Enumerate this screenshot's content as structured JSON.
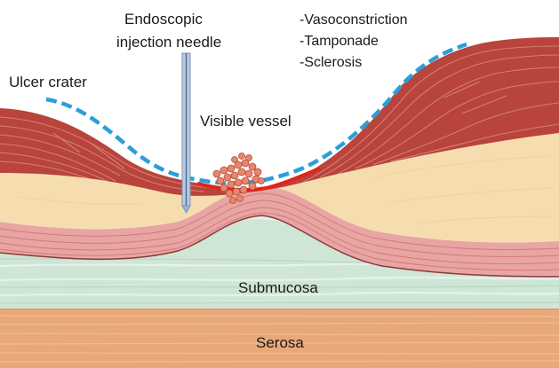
{
  "labels": {
    "needle_line1": "Endoscopic",
    "needle_line2": "injection needle",
    "ulcer_crater": "Ulcer crater",
    "visible_vessel": "Visible vessel",
    "submucosa": "Submucosa",
    "serosa": "Serosa"
  },
  "mechanisms": [
    "-Vasoconstriction",
    "-Tamponade",
    "-Sclerosis"
  ],
  "colors": {
    "muscle": "#b8443b",
    "muscle_fiber": "#d98a80",
    "fat": "#f6ddb0",
    "mucosa_band": "#e8a5a3",
    "submucosa": "#cfe6d6",
    "submucosa_stripe": "#e9f4ee",
    "serosa": "#e8a878",
    "serosa_stripe": "#f0bd93",
    "dash": "#2a9fd8",
    "vessel": "#e2231a",
    "clot": "#e8866c",
    "needle": "#b9cbe0"
  }
}
